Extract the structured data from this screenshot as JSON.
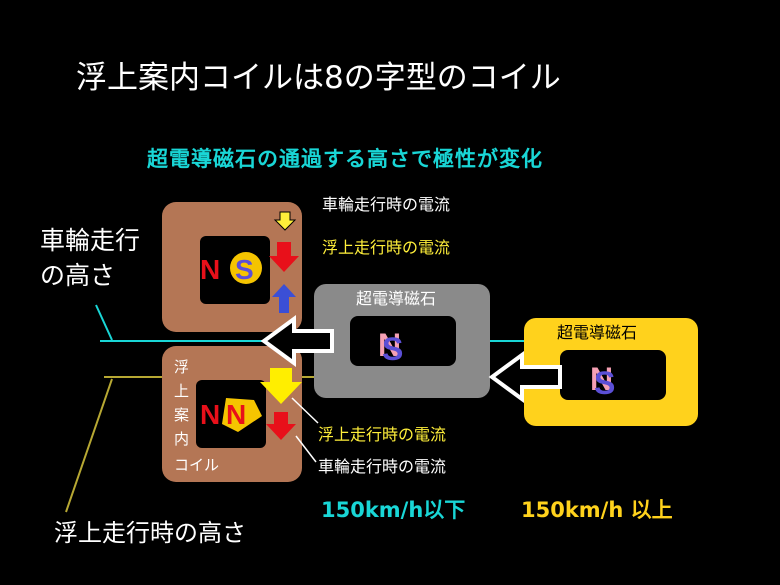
{
  "title": "浮上案内コイルは8の字型のコイル",
  "subtitle": "超電導磁石の通過する高さで極性が変化",
  "labels": {
    "wheel_height": [
      "車輪走行",
      "の高さ"
    ],
    "levitation_height": "浮上走行時の高さ",
    "current_wheel_top": "車輪走行時の電流",
    "current_lev_top": "浮上走行時の電流",
    "current_lev_bottom": "浮上走行時の電流",
    "current_wheel_bottom": "車輪走行時の電流",
    "coil_caption": [
      "浮",
      "上",
      "案",
      "内",
      "コイル"
    ],
    "magnet_center": "超電導磁石",
    "magnet_right": "超電導磁石",
    "speed_below": "150km/h以下",
    "speed_above": "150km/h 以上"
  },
  "poles": {
    "top_n": "N",
    "top_s": "S",
    "bottom_n1": "N",
    "bottom_n2": "N",
    "magnet_n": "N",
    "magnet_s": "S"
  },
  "colors": {
    "background": "#000000",
    "coil_brown": "#b47655",
    "magnet_gray": "#8a8a8a",
    "magnet_yellow": "#ffd21c",
    "cyan": "#19d6d6",
    "olive_line": "#b7a833",
    "north_red": "#e8101a",
    "south_yellow": "#f5c400",
    "south_blue": "#5b4fd6",
    "north_pink": "#f5a0b4"
  }
}
